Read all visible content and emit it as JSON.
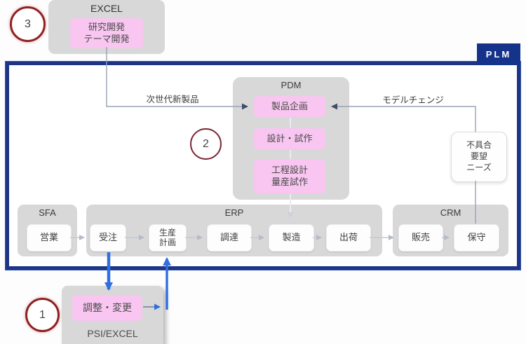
{
  "callouts": {
    "c1": "1",
    "c2": "2",
    "c3": "3"
  },
  "plm": {
    "tab": "PLM"
  },
  "excel_source": {
    "title": "EXCEL",
    "item": {
      "line1": "研究開発",
      "line2": "テーマ開発"
    }
  },
  "flow_labels": {
    "next_gen": "次世代新製品",
    "model_change": "モデルチェンジ"
  },
  "pdm": {
    "title": "PDM",
    "planning": "製品企画",
    "design": "設計・試作",
    "process": {
      "line1": "工程設計",
      "line2": "量産試作"
    }
  },
  "feedback": {
    "line1": "不具合",
    "line2": "要望",
    "line3": "ニーズ"
  },
  "sfa": {
    "title": "SFA",
    "sales": "営業"
  },
  "erp": {
    "title": "ERP",
    "order": "受注",
    "production_planning": {
      "line1": "生産",
      "line2": "計画"
    },
    "procurement": "調達",
    "manufacturing": "製造",
    "shipping": "出荷"
  },
  "crm": {
    "title": "CRM",
    "sales": "販売",
    "maintenance": "保守"
  },
  "psi": {
    "title": "PSI/EXCEL",
    "item": "調整・変更"
  }
}
